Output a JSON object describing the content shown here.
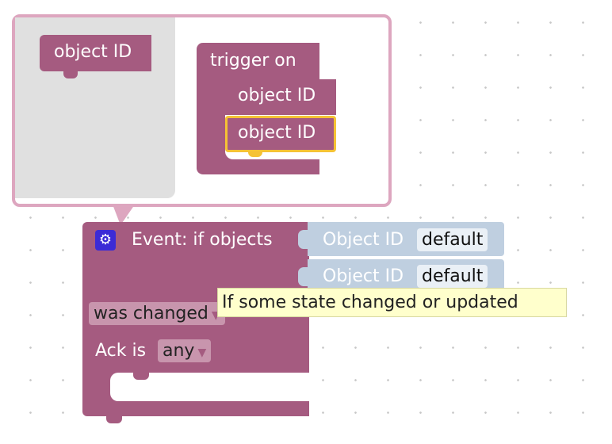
{
  "mutator": {
    "flyout_block_label": "object ID",
    "container_label": "trigger on",
    "items": [
      {
        "label": "object ID"
      },
      {
        "label": "object ID"
      }
    ]
  },
  "event_block": {
    "title": "Event: if objects",
    "icon": "gear-icon",
    "inputs": [
      {
        "label": "Object ID",
        "value": "default"
      },
      {
        "label": "Object ID",
        "value": "default"
      }
    ],
    "condition_value": "was changed",
    "ack_label": "Ack is",
    "ack_value": "any"
  },
  "tooltip": "If some state changed or updated",
  "colors": {
    "block": "#a55b80",
    "bubble_border": "#dda6bf",
    "shadow_block": "#bfcfe0",
    "selection": "#f5c235",
    "tooltip_bg": "#ffffcc",
    "gear_icon": "#3c2bd6"
  }
}
